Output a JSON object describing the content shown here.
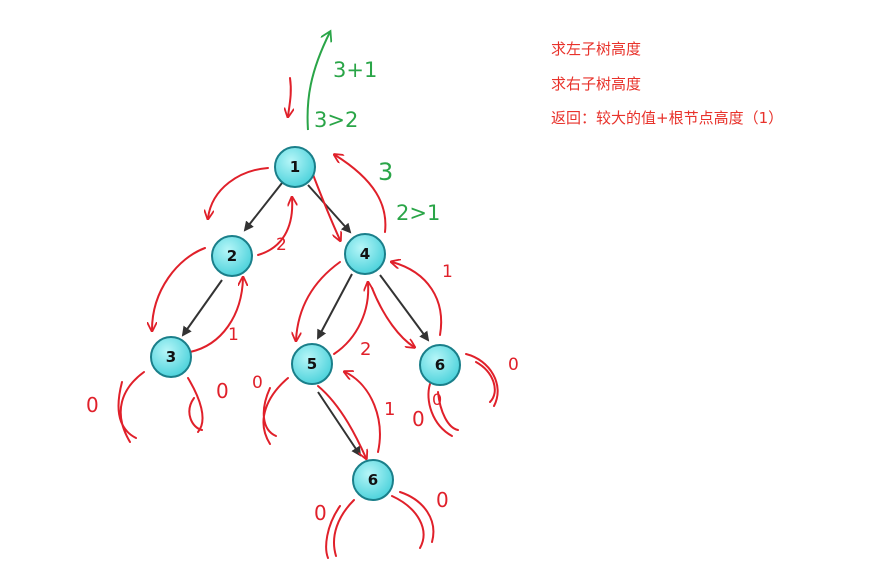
{
  "notes": {
    "left": "求左子树高度",
    "right": "求右子树高度",
    "ret": "返回：较大的值+根节点高度（1）"
  },
  "tree": {
    "nodes": [
      "1",
      "2",
      "4",
      "3",
      "5",
      "6",
      "6"
    ]
  },
  "annotations": {
    "root_calc": "3+1",
    "root_cmp": "3>2",
    "root_ret": "3",
    "n4_cmp": "2>1",
    "n2_ret": "2",
    "n3_ret": "1",
    "n5_ret": "2",
    "n6r_ret": "1",
    "n6b_ret": "1",
    "z1": "0",
    "z2": "0",
    "z3": "0",
    "z4": "0",
    "z5": "0",
    "z6": "0",
    "z7": "0",
    "z8": "0"
  },
  "colors": {
    "node_fill": "#7fe6ec",
    "node_stroke": "#1a7f8a",
    "edge": "#333333",
    "annotation_red": "#e0202a",
    "annotation_green": "#2aa548",
    "note_text": "#e8322b"
  }
}
